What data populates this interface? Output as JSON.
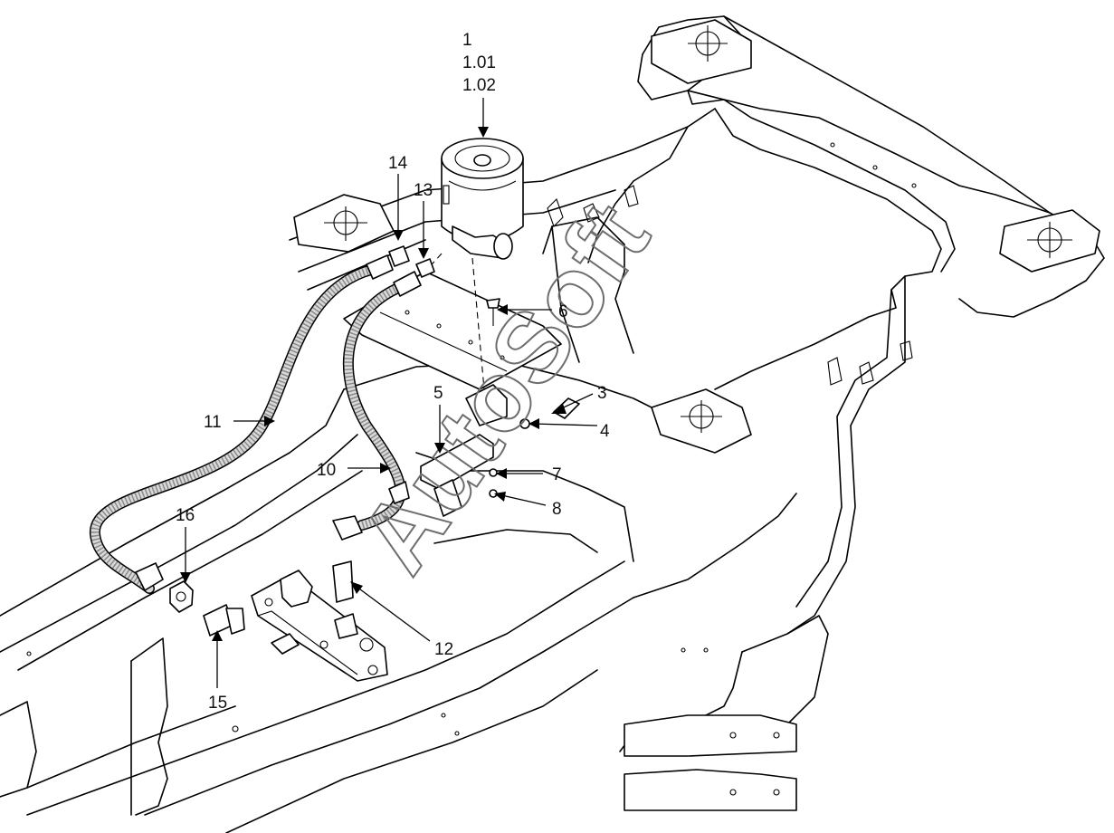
{
  "diagram": {
    "part_labels": [
      {
        "id": "p1",
        "text": "1"
      },
      {
        "id": "p101",
        "text": "1.01"
      },
      {
        "id": "p102",
        "text": "1.02"
      },
      {
        "id": "p3",
        "text": "3"
      },
      {
        "id": "p4",
        "text": "4"
      },
      {
        "id": "p5",
        "text": "5"
      },
      {
        "id": "p6",
        "text": "6"
      },
      {
        "id": "p7",
        "text": "7"
      },
      {
        "id": "p8",
        "text": "8"
      },
      {
        "id": "p10",
        "text": "10"
      },
      {
        "id": "p11",
        "text": "11"
      },
      {
        "id": "p12",
        "text": "12"
      },
      {
        "id": "p13",
        "text": "13"
      },
      {
        "id": "p14",
        "text": "14"
      },
      {
        "id": "p15",
        "text": "15"
      },
      {
        "id": "p16",
        "text": "16"
      }
    ],
    "watermark": "AutoSoft"
  }
}
